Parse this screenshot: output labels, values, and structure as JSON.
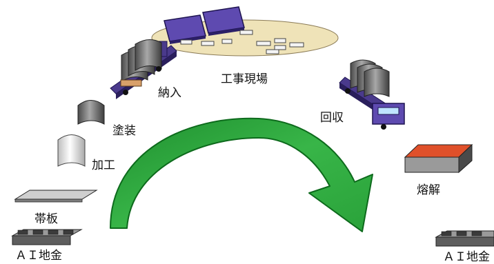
{
  "labels": {
    "ingot_left": "ＡＩ地金",
    "strip": "帯板",
    "processing": "加工",
    "painting": "塗装",
    "delivery": "納入",
    "construction_site": "工事現場",
    "collection": "回収",
    "melting": "熔解",
    "ingot_right": "ＡＩ地金"
  },
  "colors": {
    "arrow": "#2ca33a",
    "arrow_outline": "#0d6a1c",
    "site_ellipse": "#efe3b8",
    "truck": "#4a3a8c",
    "panel": "#5e4ab0",
    "cylinder": "#7a7a7a",
    "slab_top": "#e0502a",
    "ingot": "#6a6a6a"
  }
}
